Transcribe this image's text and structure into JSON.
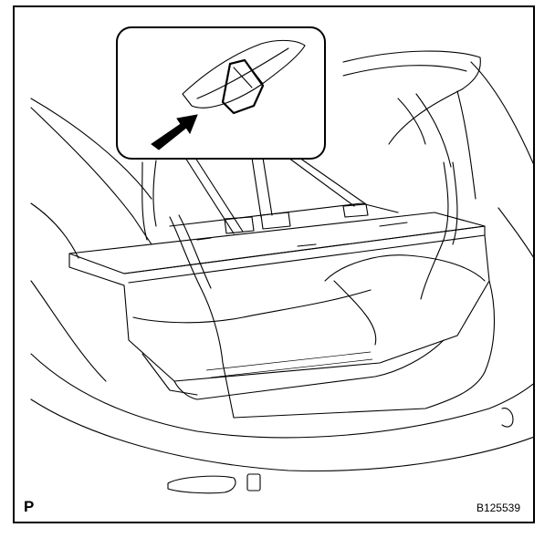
{
  "figure": {
    "view_label": "P",
    "figure_code": "B125539",
    "callout_count": 3,
    "arrow_direction": "up-right"
  },
  "colors": {
    "line": "#000000",
    "background": "#ffffff"
  }
}
